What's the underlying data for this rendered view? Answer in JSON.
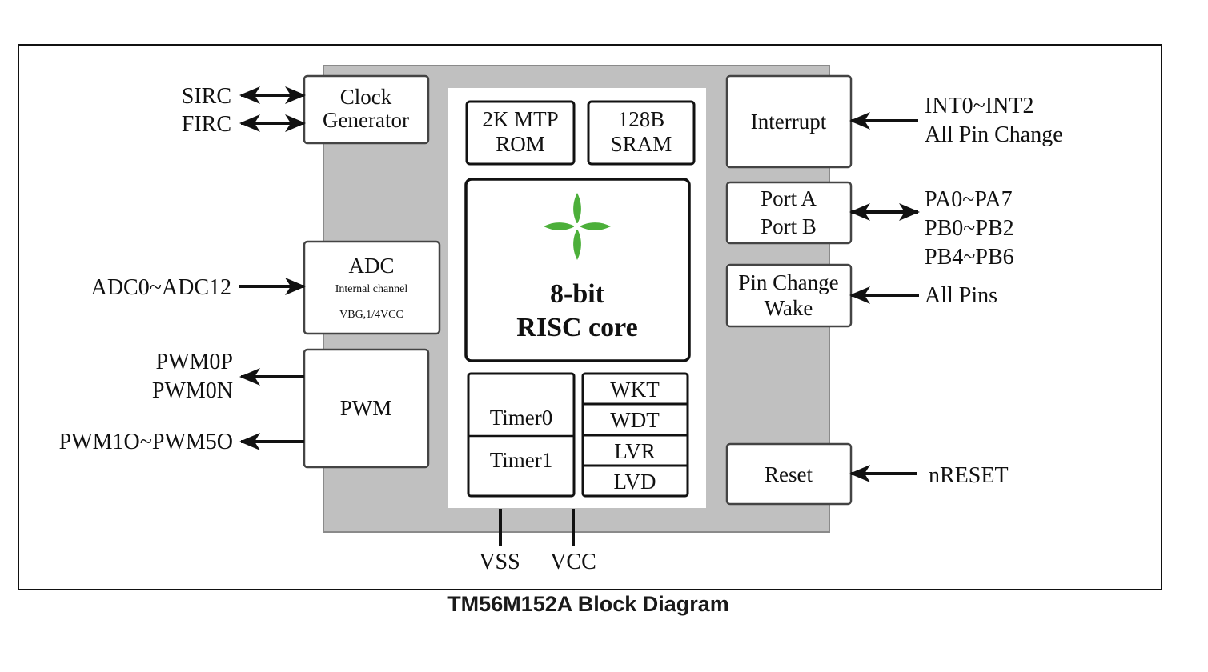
{
  "caption": "TM56M152A Block Diagram",
  "colors": {
    "chip_body": "#c0c0c0",
    "core_area": "#ffffff",
    "logo_green": "#4caf3a",
    "border": "#111111"
  },
  "blocks": {
    "clock_generator": [
      "Clock",
      "Generator"
    ],
    "adc": {
      "title": "ADC",
      "line1": "Internal channel",
      "line2": "VBG,1/4VCC"
    },
    "pwm": "PWM",
    "rom": [
      "2K MTP",
      "ROM"
    ],
    "sram": [
      "128B",
      "SRAM"
    ],
    "core": {
      "logo": "clover-logo-icon",
      "line1": "8-bit",
      "line2": "RISC core"
    },
    "timers": [
      "Timer0",
      "Timer1"
    ],
    "peripherals": [
      "WKT",
      "WDT",
      "LVR",
      "LVD"
    ],
    "interrupt": "Interrupt",
    "ports": [
      "Port A",
      "Port B"
    ],
    "pin_change_wake": [
      "Pin Change",
      "Wake"
    ],
    "reset": "Reset"
  },
  "signals": {
    "sirc": "SIRC",
    "firc": "FIRC",
    "adc_in": "ADC0~ADC12",
    "pwm0p": "PWM0P",
    "pwm0n": "PWM0N",
    "pwm_out": "PWM1O~PWM5O",
    "int_lines": [
      "INT0~INT2",
      "All Pin Change"
    ],
    "port_pins": [
      "PA0~PA7",
      "PB0~PB2",
      "PB4~PB6"
    ],
    "all_pins": "All Pins",
    "nreset": "nRESET",
    "vss": "VSS",
    "vcc": "VCC"
  }
}
